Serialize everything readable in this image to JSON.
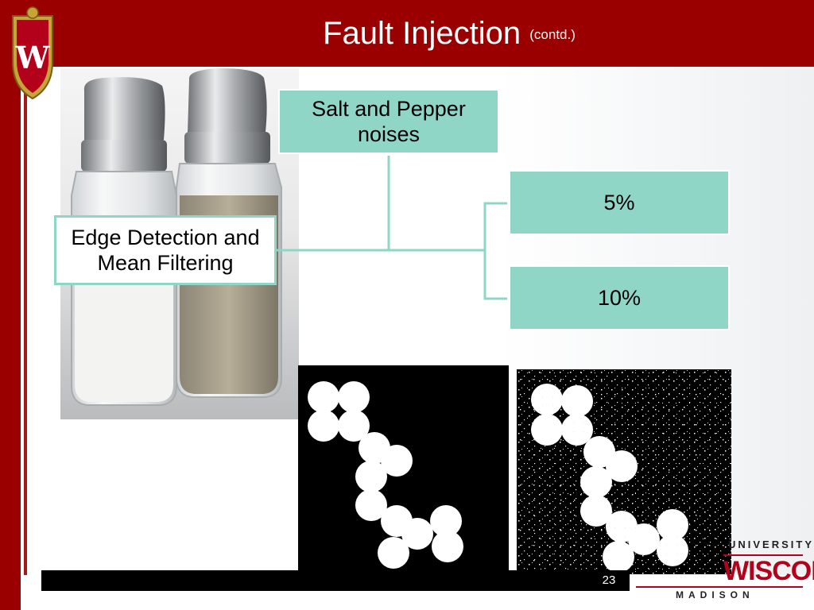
{
  "slide": {
    "title": "Fault Injection",
    "title_suffix": "(contd.)",
    "page_number": "23"
  },
  "diagram": {
    "root": "Edge Detection and Mean Filtering",
    "branch": "Salt and Pepper noises",
    "levels": [
      "5%",
      "10%"
    ]
  },
  "logo": {
    "university": "UNIVERSITY",
    "name": "WISCONSIN",
    "city": "MADISON",
    "crest_letter": "W"
  },
  "colors": {
    "brand_red": "#9b0000",
    "box_teal": "#8fd6c7"
  }
}
